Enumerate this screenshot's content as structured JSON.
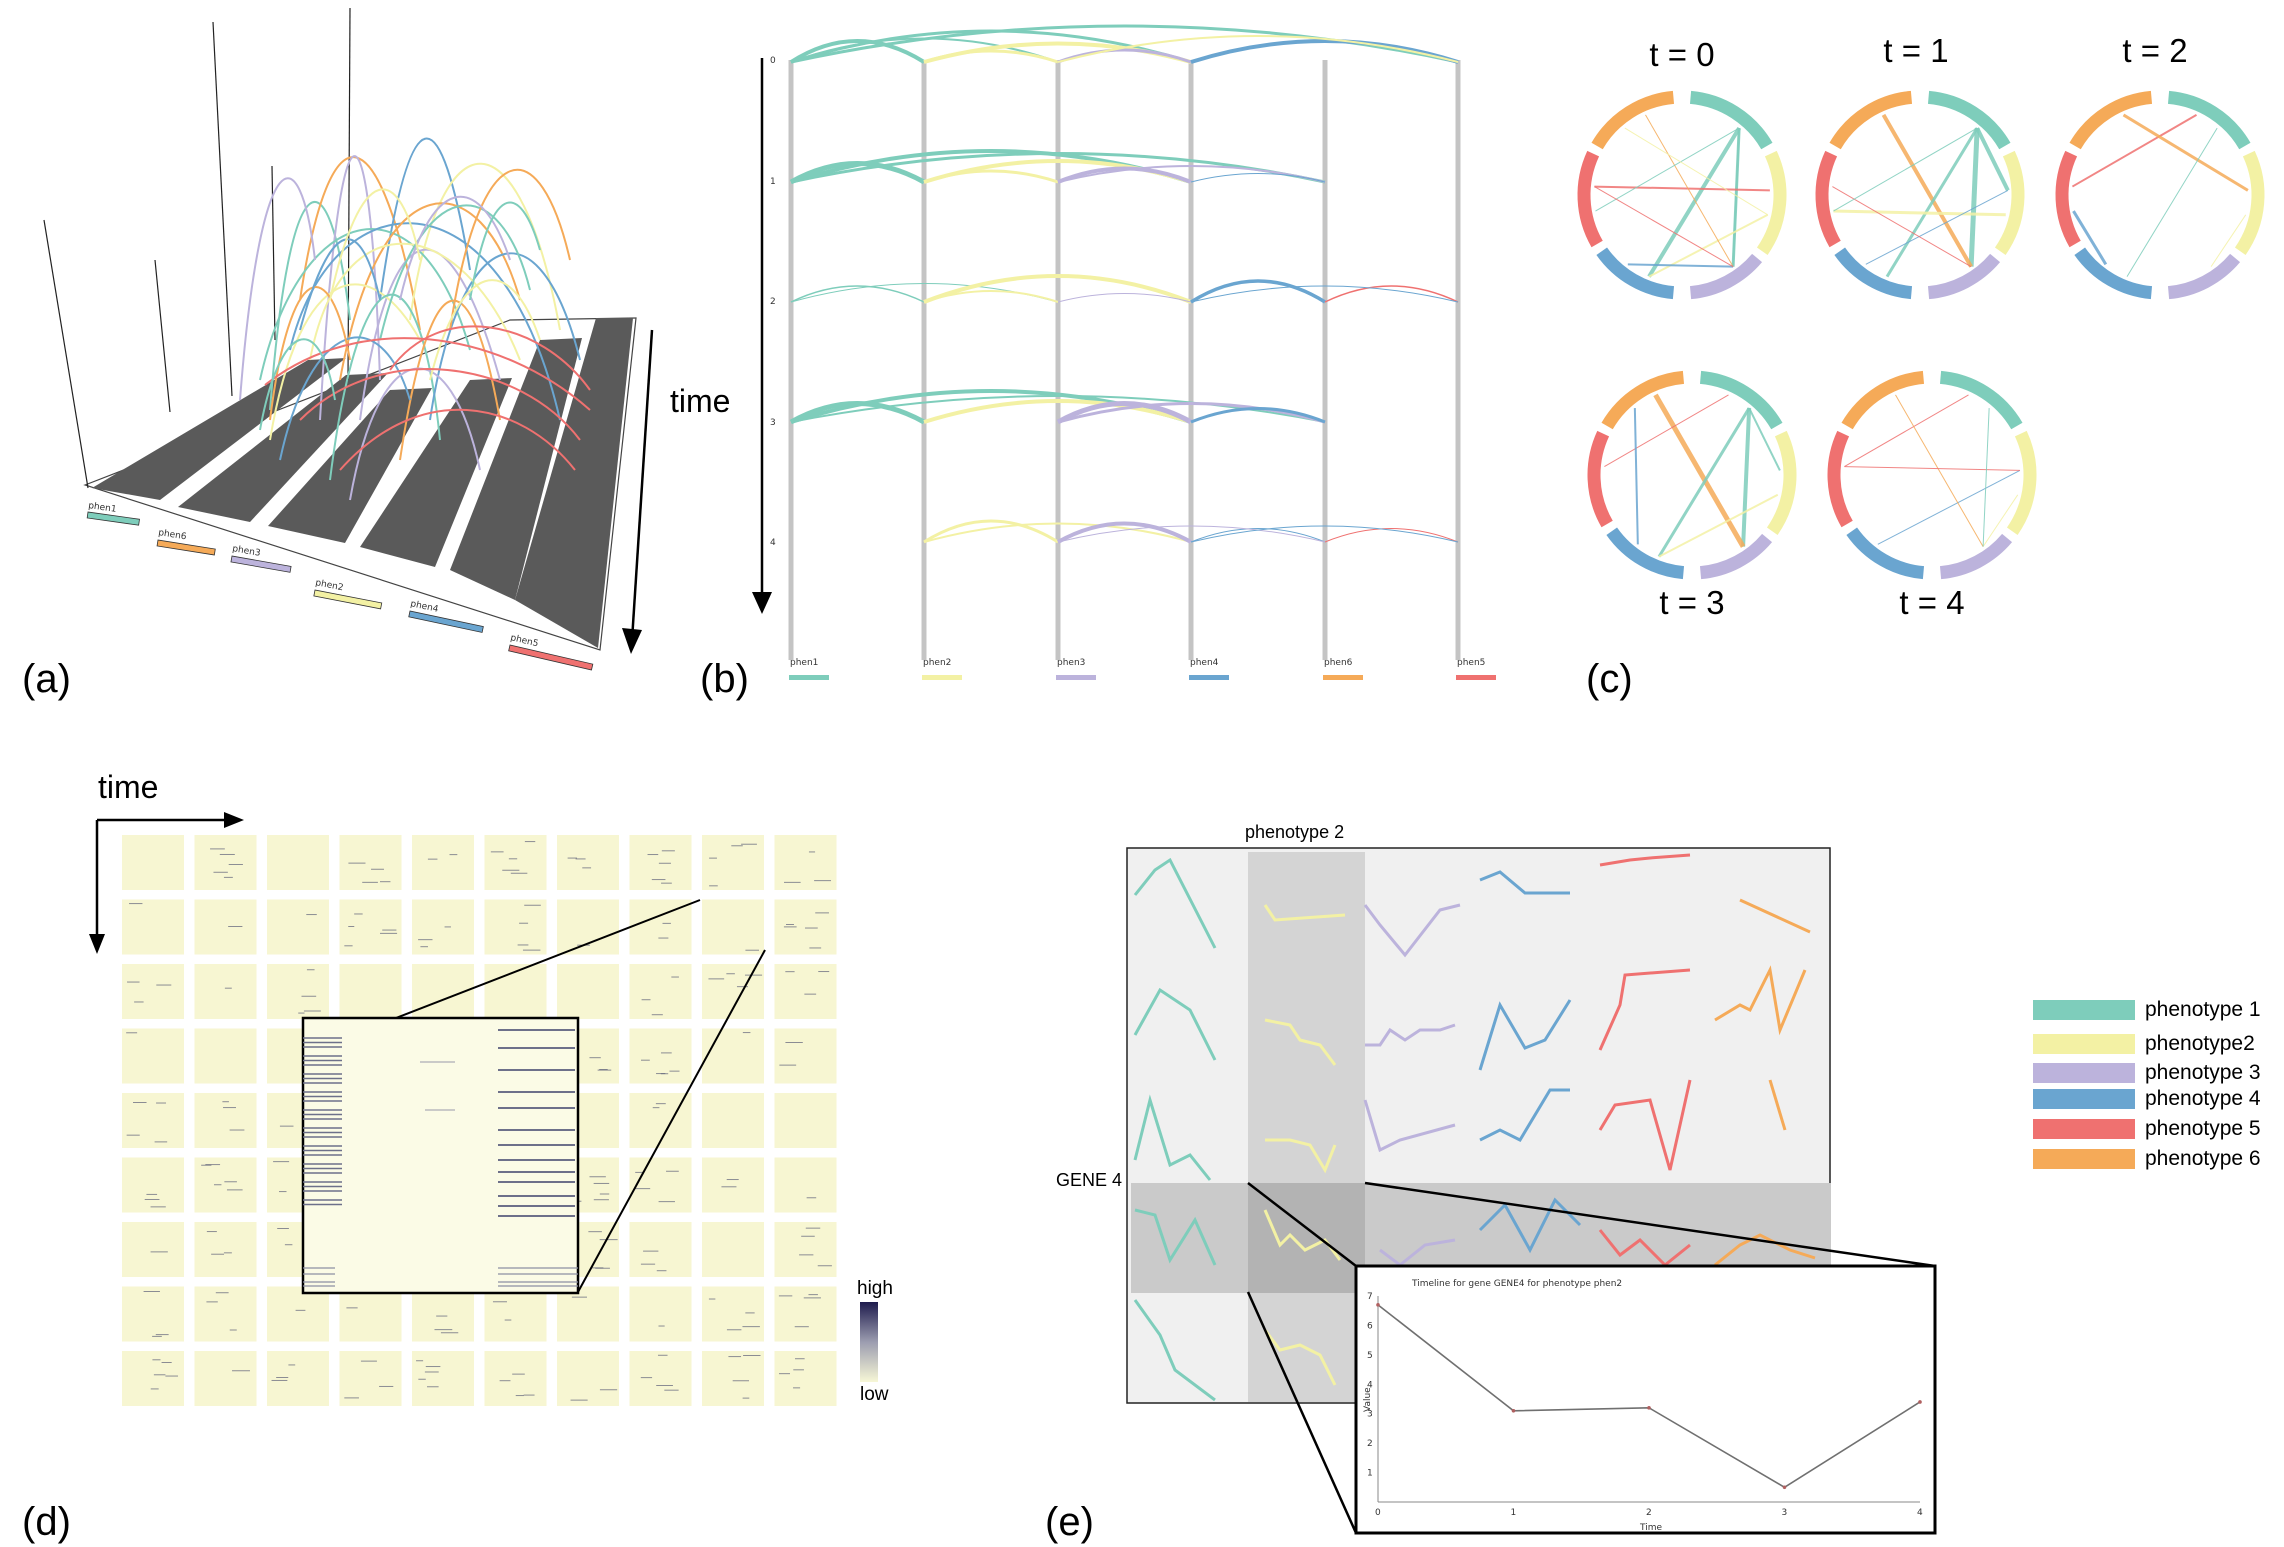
{
  "panels": {
    "a": {
      "label": "(a)",
      "axis_label": "time",
      "track_labels": [
        "phen1",
        "phen6",
        "phen3",
        "phen2",
        "phen4",
        "phen5"
      ]
    },
    "b": {
      "label": "(b)",
      "axis_label": "time",
      "y_ticks": [
        "0",
        "1",
        "2",
        "3",
        "4"
      ],
      "track_labels": [
        "phen1",
        "phen2",
        "phen3",
        "phen4",
        "phen6",
        "phen5"
      ]
    },
    "c": {
      "label": "(c)",
      "titles": [
        "t = 0",
        "t = 1",
        "t = 2",
        "t = 3",
        "t = 4"
      ]
    },
    "d": {
      "label": "(d)",
      "axis_label": "time",
      "scale_high": "high",
      "scale_low": "low"
    },
    "e": {
      "label": "(e)",
      "column_label": "phenotype 2",
      "row_label": "GENE 4",
      "inset": {
        "title": "Timeline for gene GENE4 for phenotype phen2",
        "xlabel": "Time",
        "ylabel": "Value"
      }
    }
  },
  "legend": {
    "items": [
      {
        "label": "phenotype 1",
        "color": "#7ecdbb"
      },
      {
        "label": "phenotype2",
        "color": "#f3f1a4"
      },
      {
        "label": "phenotype 3",
        "color": "#bcb3dc"
      },
      {
        "label": "phenotype 4",
        "color": "#6aa5d0"
      },
      {
        "label": "phenotype 5",
        "color": "#ef7170"
      },
      {
        "label": "phenotype 6",
        "color": "#f5aa58"
      }
    ]
  },
  "chart_data": [
    {
      "type": "line",
      "title": "Timeline for gene GENE4 for phenotype phen2",
      "xlabel": "Time",
      "ylabel": "Value",
      "x": [
        0,
        1,
        2,
        3,
        4
      ],
      "y": [
        6.7,
        3.1,
        3.2,
        0.5,
        3.4
      ],
      "xlim": [
        0,
        4
      ],
      "ylim": [
        0,
        7
      ],
      "xticks": [
        "0",
        "1",
        "2",
        "3",
        "4"
      ],
      "yticks": [
        "1",
        "2",
        "3",
        "4",
        "5",
        "6",
        "7"
      ]
    }
  ]
}
